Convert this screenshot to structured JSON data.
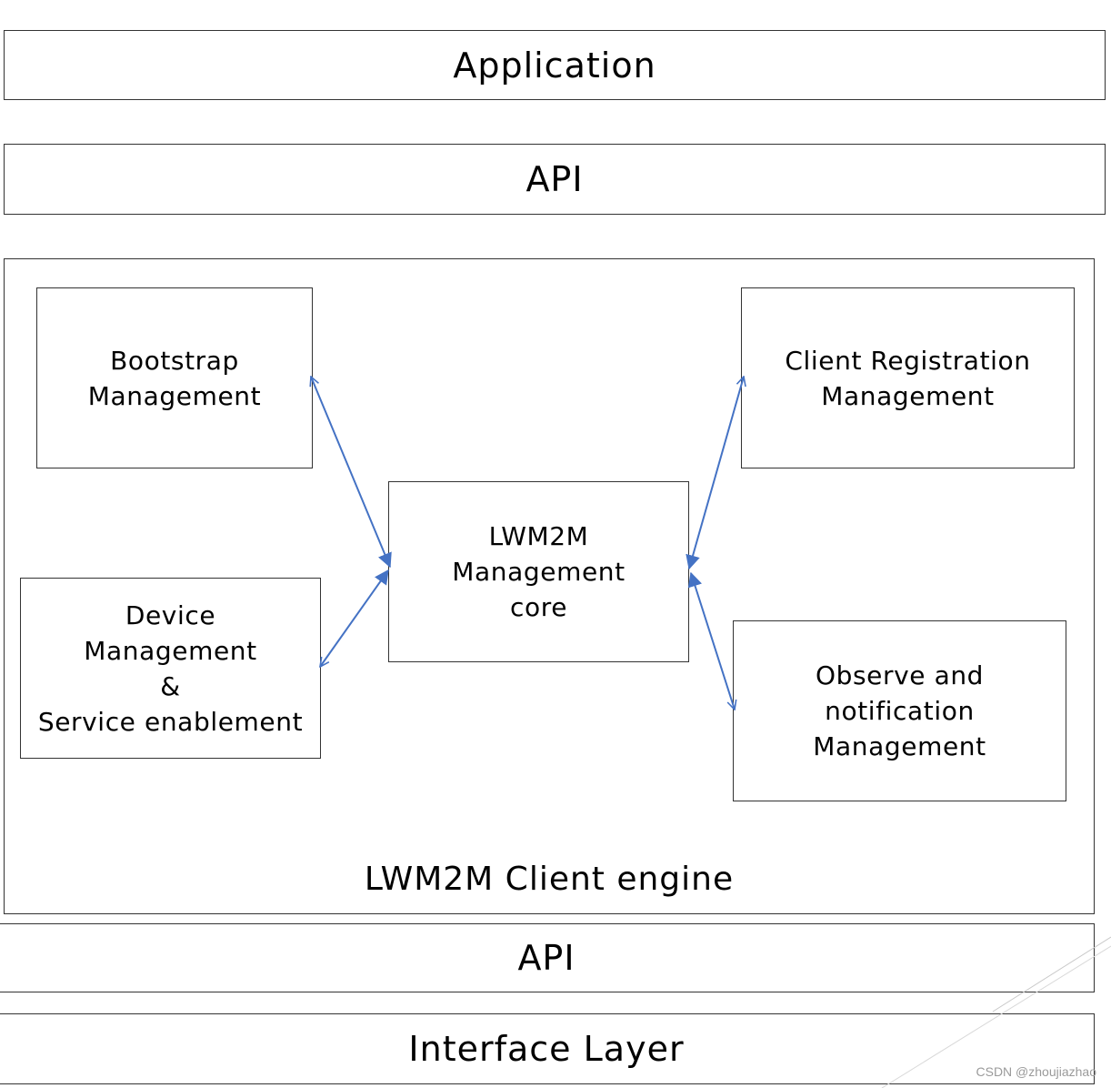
{
  "layers": {
    "application": "Application",
    "api_top": "API",
    "api_bottom": "API",
    "interface": "Interface Layer"
  },
  "engine": {
    "label": "LWM2M Client engine"
  },
  "modules": {
    "bootstrap": [
      "Bootstrap",
      "Management"
    ],
    "client_registration": [
      "Client Registration",
      "Management"
    ],
    "core": [
      "LWM2M",
      "Management",
      "core"
    ],
    "device": [
      "Device",
      "Management",
      "&",
      "Service enablement"
    ],
    "observe": [
      "Observe and",
      "notification",
      "Management"
    ]
  },
  "colors": {
    "arrow": "#4472C4",
    "border": "#333333"
  },
  "watermark": "CSDN @zhoujiazhao"
}
